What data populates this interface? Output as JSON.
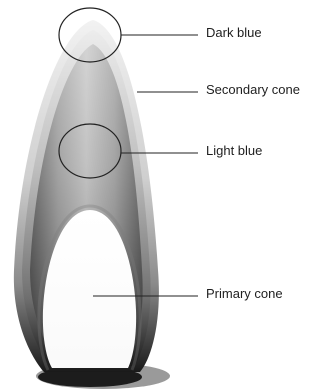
{
  "labels": {
    "dark_blue": "Dark blue",
    "secondary_cone": "Secondary cone",
    "light_blue": "Light blue",
    "primary_cone": "Primary cone"
  },
  "colors": {
    "outer_flame": "#e6e6e6",
    "mid_flame": "#9e9e9e",
    "dark_core": "#2a2a2a",
    "base_shadow": "#1e1e1e",
    "base_ring": "#8c8c8c",
    "line": "#222222"
  }
}
